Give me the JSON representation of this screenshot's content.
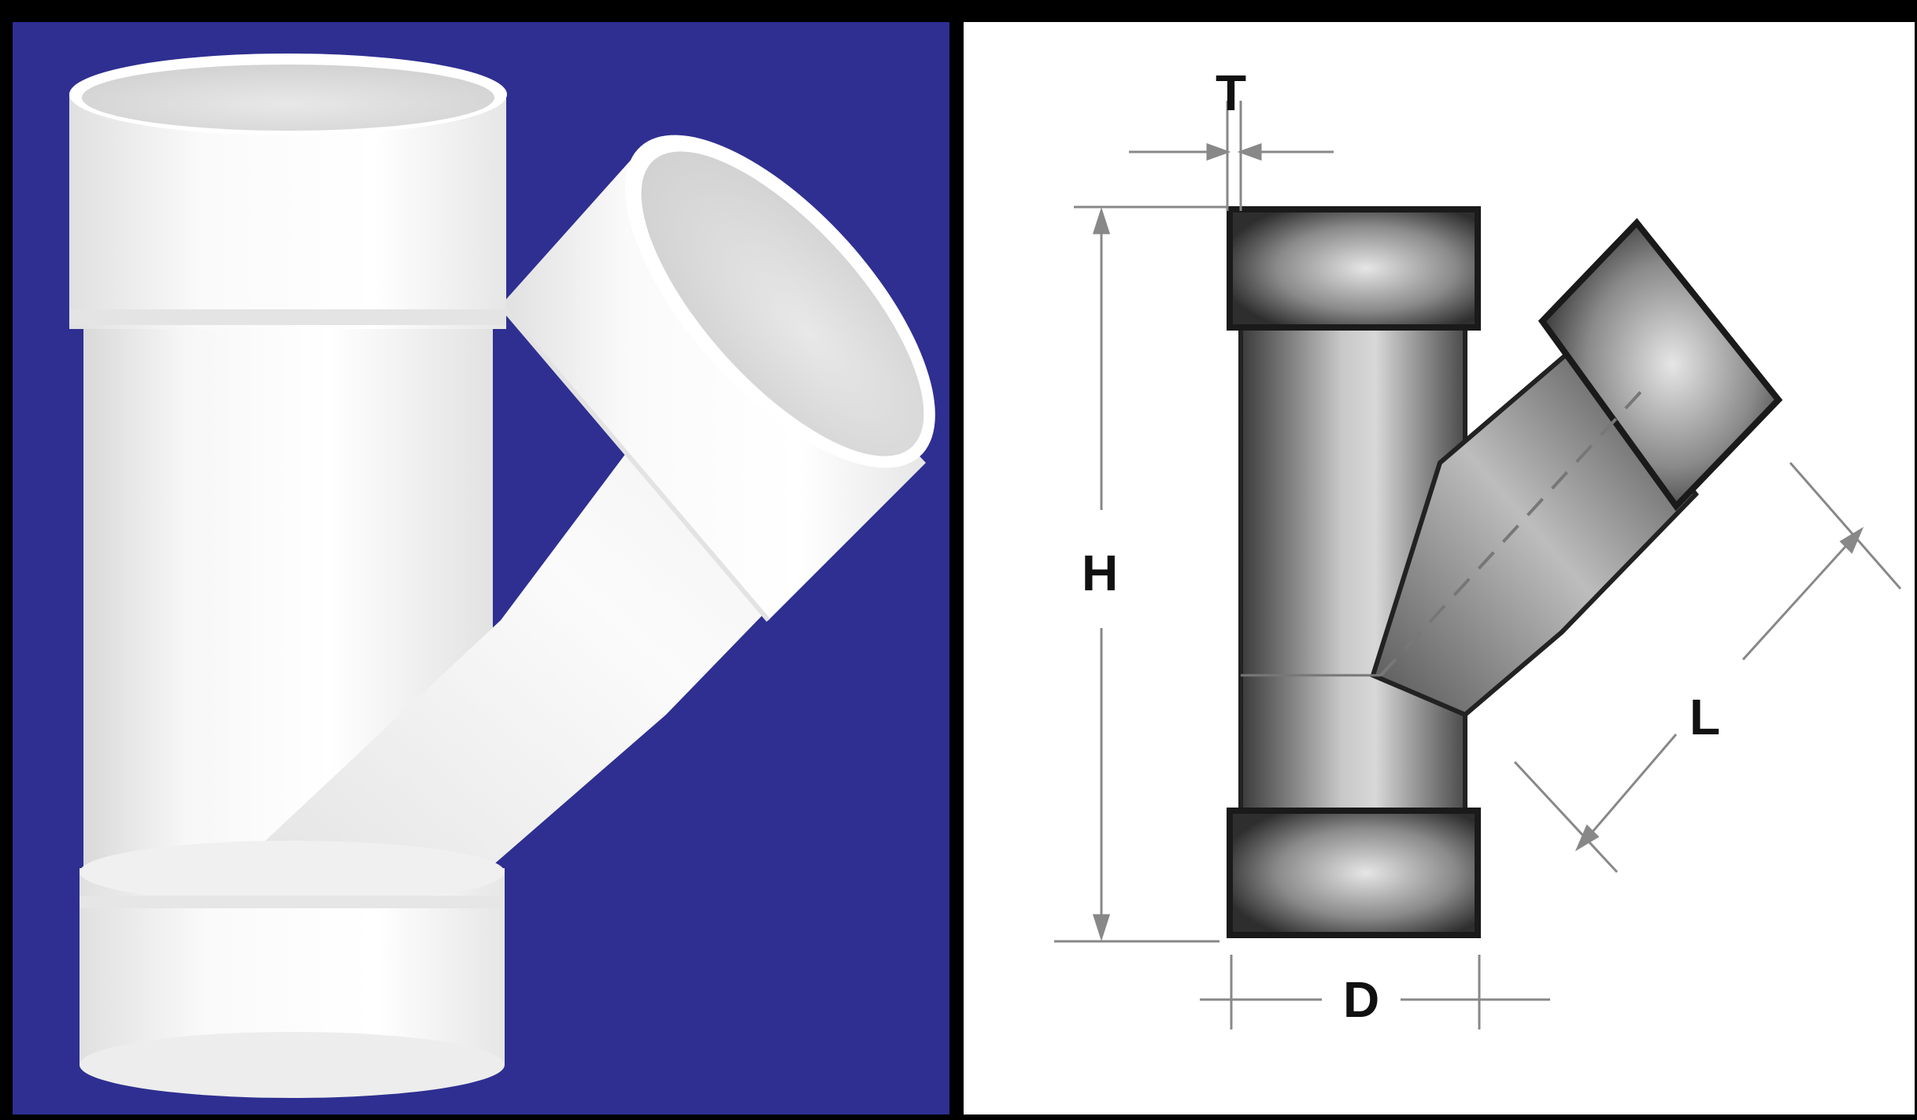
{
  "colors": {
    "photo_background": "#2e2f91",
    "drawing_background": "#ffffff",
    "frame": "#000000",
    "pvc_white": "#f2f2f2"
  },
  "left_panel": {
    "subject": "pvc-wye-fitting-render"
  },
  "right_panel": {
    "dimension_labels": {
      "thickness": "T",
      "height": "H",
      "diameter": "D",
      "branch_length": "L"
    }
  }
}
